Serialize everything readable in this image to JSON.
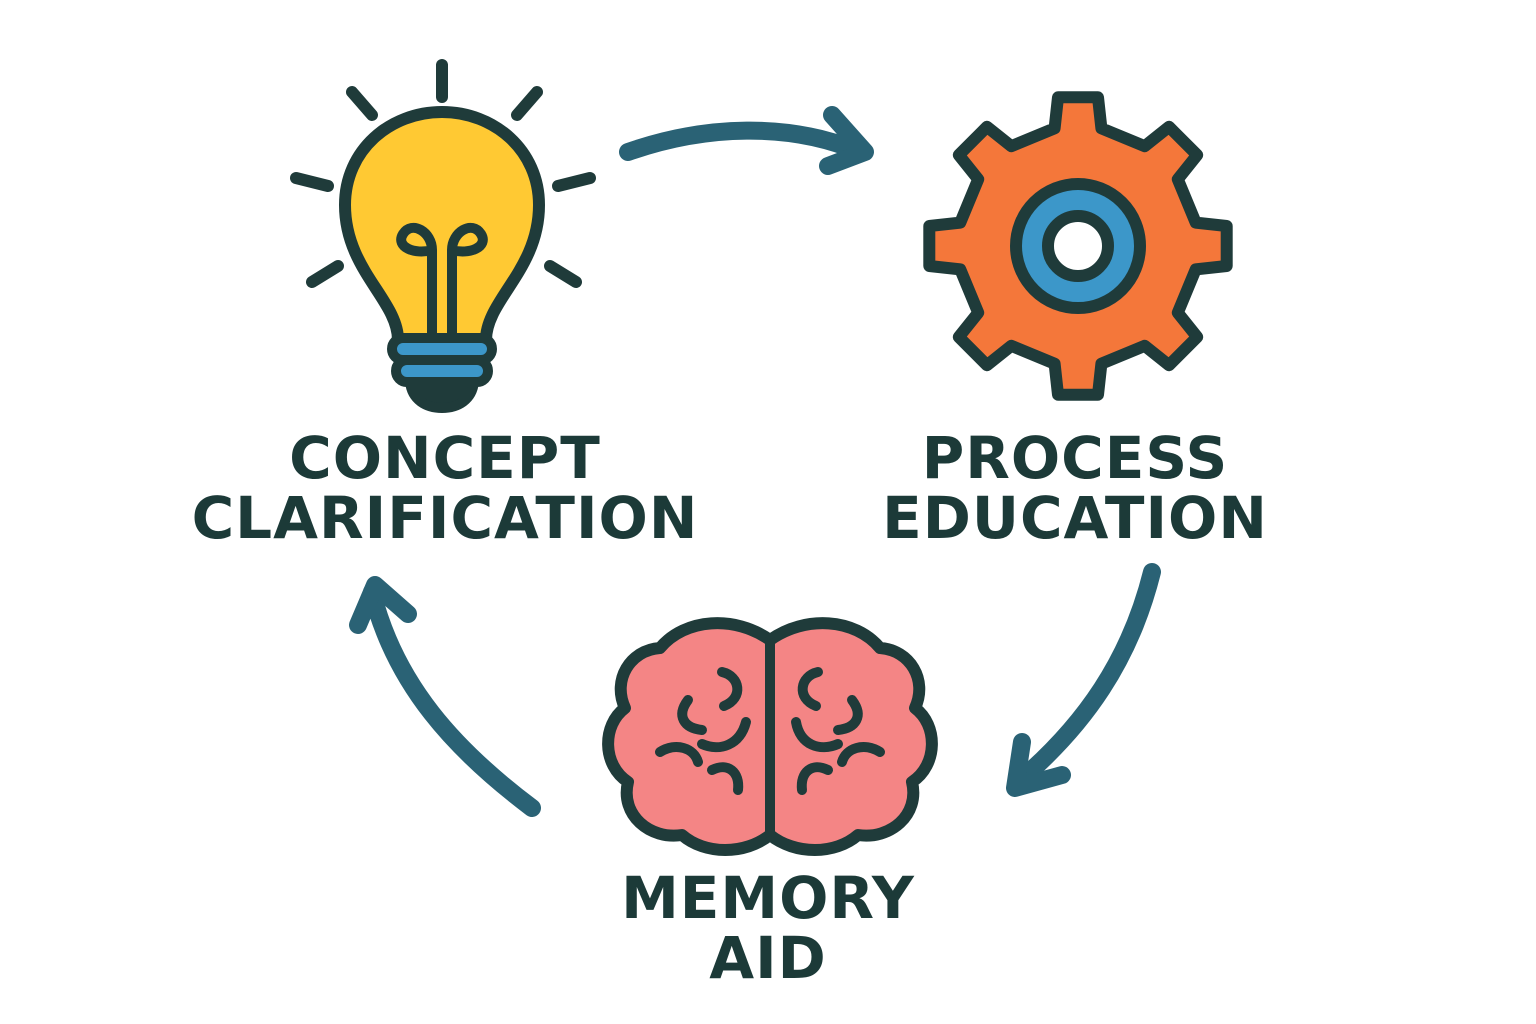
{
  "nodes": [
    {
      "id": "concept",
      "lines": [
        "CONCEPT",
        "CLARIFICATION"
      ],
      "icon": "lightbulb-icon"
    },
    {
      "id": "process",
      "lines": [
        "PROCESS",
        "EDUCATION"
      ],
      "icon": "gear-icon"
    },
    {
      "id": "memory",
      "lines": [
        "MEMORY",
        "AID"
      ],
      "icon": "brain-icon"
    }
  ],
  "colors": {
    "outline": "#1f3b3a",
    "arrow": "#2a6275",
    "bulb": "#ffc933",
    "bulb_base": "#3c97c9",
    "gear": "#f4773a",
    "gear_ring": "#3c97c9",
    "brain": "#f48585",
    "text": "#1c3a38"
  }
}
